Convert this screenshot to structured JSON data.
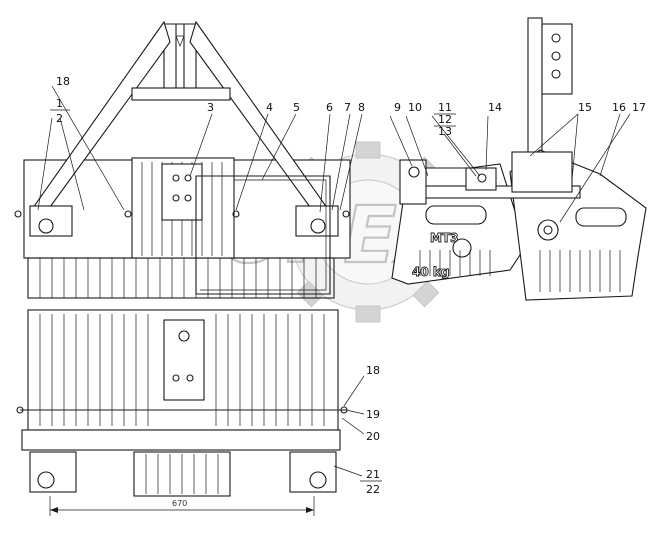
{
  "watermark": {
    "text": "OPEX"
  },
  "plate_marks": {
    "brand": "MT3",
    "mass": "40 kg"
  },
  "dimension": {
    "value": "670"
  },
  "callouts": {
    "c1": "1",
    "c2": "2",
    "c3": "3",
    "c4": "4",
    "c5": "5",
    "c6": "6",
    "c7": "7",
    "c8": "8",
    "c9": "9",
    "c10": "10",
    "c11": "11",
    "c12": "12",
    "c13": "13",
    "c14": "14",
    "c15": "15",
    "c16": "16",
    "c17": "17",
    "c18a": "18",
    "c18b": "18",
    "c19": "19",
    "c20": "20",
    "c21": "21",
    "c22": "22"
  }
}
